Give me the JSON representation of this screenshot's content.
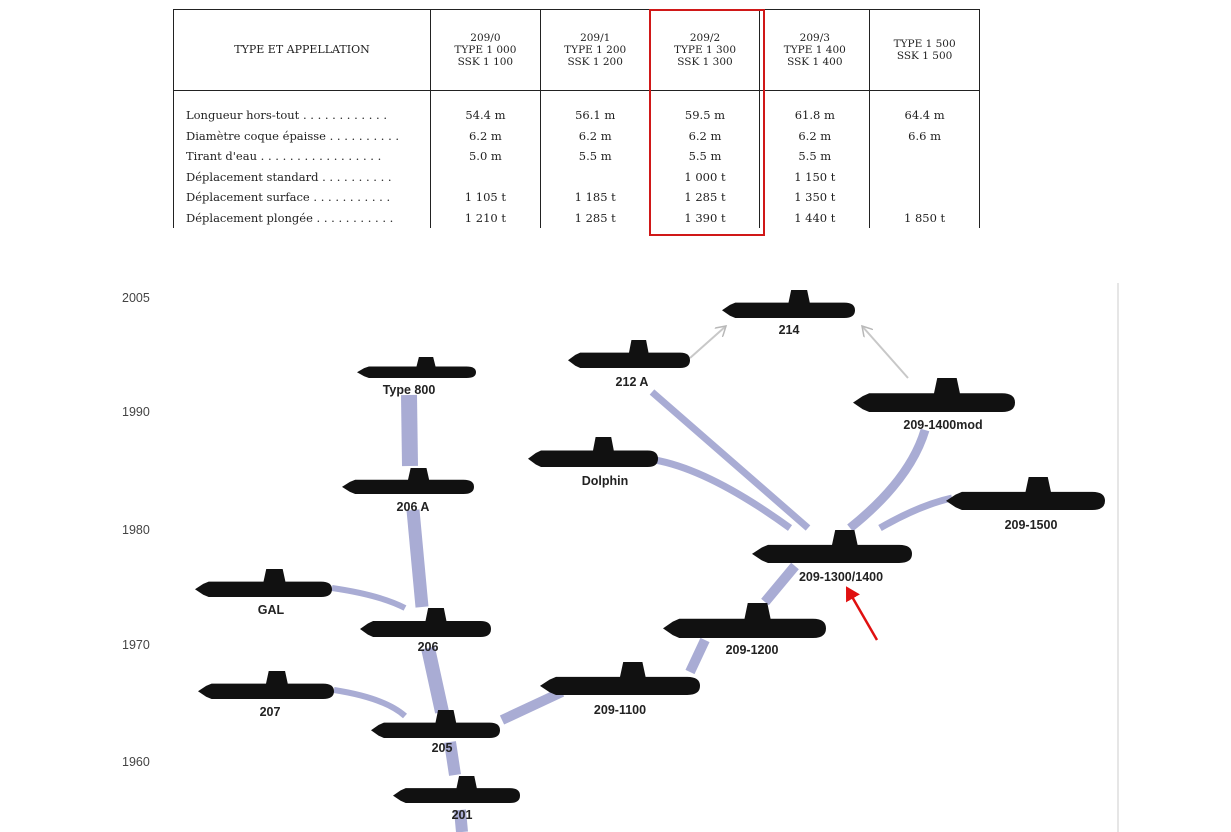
{
  "table": {
    "header": [
      "TYPE ET APPELLATION",
      [
        "209/0",
        "TYPE 1 000",
        "SSK 1 100"
      ],
      [
        "209/1",
        "TYPE 1 200",
        "SSK 1 200"
      ],
      [
        "209/2",
        "TYPE 1 300",
        "SSK 1 300"
      ],
      [
        "209/3",
        "TYPE 1 400",
        "SSK 1 400"
      ],
      [
        "",
        "TYPE 1 500",
        "SSK 1 500"
      ]
    ],
    "rows": [
      [
        "Longueur hors-tout . . . . . . . . . . . .",
        "54.4 m",
        "56.1 m",
        "59.5 m",
        "61.8 m",
        "64.4 m"
      ],
      [
        "Diamètre coque épaisse . . . . . . . . . .",
        "6.2 m",
        "6.2 m",
        "6.2 m",
        "6.2 m",
        "6.6 m"
      ],
      [
        "Tirant d'eau . . . . . . . . . . . . . . . . .",
        "5.0 m",
        "5.5 m",
        "5.5 m",
        "5.5 m",
        ""
      ],
      [
        "Déplacement standard . . . . . . . . . .",
        "",
        "",
        "1 000 t",
        "1 150 t",
        ""
      ],
      [
        "Déplacement surface . . . . . . . . . . .",
        "1 105 t",
        "1 185 t",
        "1 285 t",
        "1 350 t",
        ""
      ],
      [
        "Déplacement plongée . . . . . . . . . . .",
        "1 210 t",
        "1 285 t",
        "1 390 t",
        "1 440 t",
        "1 850 t"
      ]
    ]
  },
  "diagram": {
    "years": [
      "2005",
      "1990",
      "1980",
      "1970",
      "1960"
    ],
    "nodes": {
      "n214": "214",
      "n212a": "212 A",
      "type800": "Type 800",
      "n1400mod": "209-1400mod",
      "dolphin": "Dolphin",
      "n206a": "206 A",
      "n1500": "209-1500",
      "n1300": "209-1300/1400",
      "gal": "GAL",
      "n206": "206",
      "n1200": "209-1200",
      "n207": "207",
      "n1100": "209-1100",
      "n205": "205",
      "n201": "201"
    }
  },
  "colors": {
    "highlight": "#d01818",
    "connector": "#a9acd4",
    "arrow": "#e01010"
  }
}
